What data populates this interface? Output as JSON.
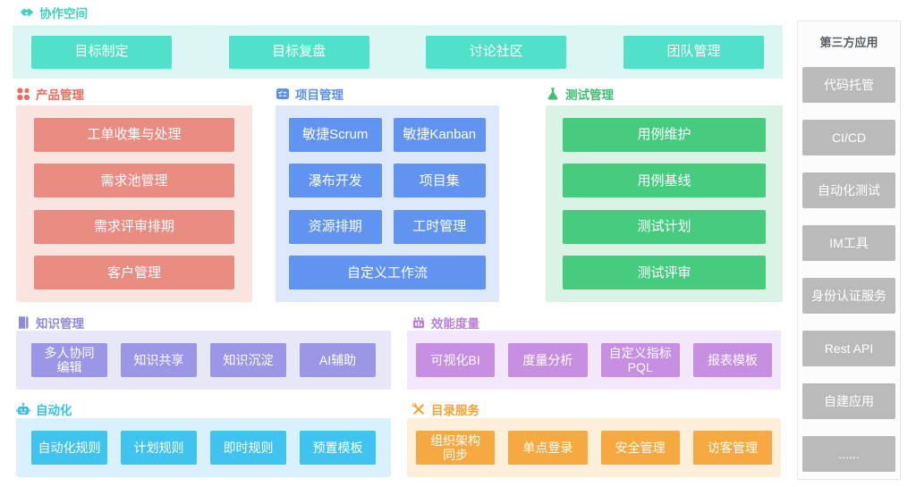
{
  "sections": {
    "collab": {
      "title": "协作空间",
      "icon": "handshake-icon",
      "accent": "#3ed2be",
      "bg": "#dcf7f2",
      "btn": "#51e0c8",
      "items": [
        "目标制定",
        "目标复盘",
        "讨论社区",
        "团队管理"
      ]
    },
    "product": {
      "title": "产品管理",
      "icon": "grid-dots-icon",
      "accent": "#f26a5e",
      "bg": "#fae4e0",
      "btn": "#e98d83",
      "items": [
        "工单收集与处理",
        "需求池管理",
        "需求评审排期",
        "客户管理"
      ]
    },
    "project": {
      "title": "项目管理",
      "icon": "task-board-icon",
      "accent": "#5b90f0",
      "bg": "#dde8fb",
      "btn": "#6094f0",
      "items": [
        "敏捷Scrum",
        "敏捷Kanban",
        "瀑布开发",
        "项目集",
        "资源排期",
        "工时管理",
        "自定义工作流"
      ]
    },
    "test": {
      "title": "测试管理",
      "icon": "flask-icon",
      "accent": "#3ac173",
      "bg": "#daf3e4",
      "btn": "#46cb7f",
      "items": [
        "用例维护",
        "用例基线",
        "测试计划",
        "测试评审"
      ]
    },
    "knowledge": {
      "title": "知识管理",
      "icon": "book-icon",
      "accent": "#8e89e0",
      "bg": "#e8e7f8",
      "btn": "#9b96e6",
      "items": [
        "多人协同\n编辑",
        "知识共享",
        "知识沉淀",
        "AI辅助"
      ]
    },
    "metrics": {
      "title": "效能度量",
      "icon": "bar-chart-icon",
      "accent": "#bb82d8",
      "bg": "#f3e8fb",
      "btn": "#c78fe2",
      "items": [
        "可视化BI",
        "度量分析",
        "自定义指标\nPQL",
        "报表模板"
      ]
    },
    "automation": {
      "title": "自动化",
      "icon": "robot-icon",
      "accent": "#33c0ed",
      "bg": "#d9f1fc",
      "btn": "#40c3ee",
      "items": [
        "自动化规则",
        "计划规则",
        "即时规则",
        "预置模板"
      ]
    },
    "directory": {
      "title": "目录服务",
      "icon": "tools-icon",
      "accent": "#f7a233",
      "bg": "#fdeeda",
      "btn": "#f6a940",
      "items": [
        "组织架构\n同步",
        "单点登录",
        "安全管理",
        "访客管理"
      ]
    },
    "thirdparty": {
      "title": "第三方应用",
      "accent": "#585c60",
      "bg": "#fcfcfc",
      "btn": "#bababa",
      "items": [
        "代码托管",
        "CI/CD",
        "自动化测试",
        "IM工具",
        "身份认证服务",
        "Rest API",
        "自建应用",
        "......"
      ]
    }
  }
}
